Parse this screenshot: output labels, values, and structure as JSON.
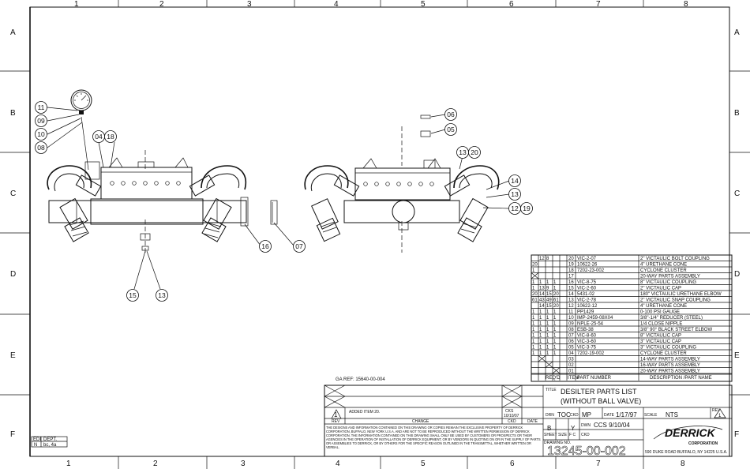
{
  "border": {
    "columns": [
      "1",
      "2",
      "3",
      "4",
      "5",
      "6",
      "7",
      "8"
    ],
    "rows": [
      "A",
      "B",
      "C",
      "D",
      "E",
      "F"
    ]
  },
  "balloons": {
    "left": [
      "11",
      "09",
      "10",
      "08",
      "04",
      "18",
      "15",
      "13",
      "16",
      "07"
    ],
    "right": [
      "06",
      "05",
      "13",
      "20",
      "14",
      "13",
      "12",
      "19"
    ]
  },
  "ga_ref": "GA REF:  15640-00-004",
  "bom": {
    "header": {
      "reqd": "REQ'D",
      "item": "ITEM",
      "part": "PART NUMBER",
      "desc": "DESCRIPTION /PART NAME"
    },
    "rows": [
      {
        "q1": "",
        "q2": "12",
        "q3": "8",
        "q4": "",
        "q5": "",
        "item": "20",
        "part": "VIC-2-07",
        "desc": "2\" VICTAULIC BOLT COUPLING"
      },
      {
        "q1": "20",
        "q2": "",
        "q3": "",
        "q4": "",
        "q5": "",
        "item": "19",
        "part": "10622-26",
        "desc": "4\" URETHANE CONE"
      },
      {
        "q1": "1",
        "q2": "",
        "q3": "",
        "q4": "",
        "q5": "",
        "item": "18",
        "part": "7202-23-002",
        "desc": "CYCLONE CLUSTER"
      },
      {
        "q1": "X",
        "q2": "",
        "q3": "",
        "q4": "",
        "q5": "",
        "item": "17",
        "part": "",
        "desc": "20-WAY PARTS ASSEMBLY"
      },
      {
        "q1": "1",
        "q2": "1",
        "q3": "1",
        "q4": "1",
        "q5": "",
        "item": "16",
        "part": "VIC-8-75",
        "desc": "8\" VICTAULIC COUPLING"
      },
      {
        "q1": "1",
        "q2": "13",
        "q3": "9",
        "q4": "1",
        "q5": "",
        "item": "15",
        "part": "VIC-2-60",
        "desc": "2\" VICTAULIC CAP"
      },
      {
        "q1": "20",
        "q2": "14",
        "q3": "15",
        "q4": "20",
        "q5": "",
        "item": "14",
        "part": "5431-02",
        "desc": "180\" VICTAULIC URETHANE ELBOW"
      },
      {
        "q1": "61",
        "q2": "43",
        "q3": "49",
        "q4": "61",
        "q5": "",
        "item": "13",
        "part": "VIC-2-78",
        "desc": "2\" VICTAULIC SNAP COUPLING"
      },
      {
        "q1": "",
        "q2": "14",
        "q3": "15",
        "q4": "20",
        "q5": "",
        "item": "12",
        "part": "10622-12",
        "desc": "4\" URETHANE CONE"
      },
      {
        "q1": "1",
        "q2": "1",
        "q3": "1",
        "q4": "1",
        "q5": "",
        "item": "11",
        "part": "PP1429",
        "desc": "0-100 PSI GAUGE"
      },
      {
        "q1": "1",
        "q2": "1",
        "q3": "1",
        "q4": "1",
        "q5": "",
        "item": "10",
        "part": "IMP-2459-08X04",
        "desc": "3/8\"-1/4\" REDUCER (STEEL)"
      },
      {
        "q1": "1",
        "q2": "1",
        "q3": "1",
        "q4": "1",
        "q5": "",
        "item": "09",
        "part": "NPLE-25-54",
        "desc": "1/4 CLOSE NIPPLE"
      },
      {
        "q1": "1",
        "q2": "1",
        "q3": "1",
        "q4": "1",
        "q5": "",
        "item": "08",
        "part": "ESB-38",
        "desc": "3/8\" 90° BLACK STREET ELBOW"
      },
      {
        "q1": "1",
        "q2": "1",
        "q3": "1",
        "q4": "1",
        "q5": "",
        "item": "07",
        "part": "VIC-8-60",
        "desc": "8\" VICTAULIC CAP"
      },
      {
        "q1": "1",
        "q2": "1",
        "q3": "1",
        "q4": "1",
        "q5": "",
        "item": "06",
        "part": "VIC-3-60",
        "desc": "3\" VICTAULIC CAP"
      },
      {
        "q1": "1",
        "q2": "1",
        "q3": "1",
        "q4": "1",
        "q5": "",
        "item": "05",
        "part": "VIC-3-75",
        "desc": "3\" VICTAULIC COUPLING"
      },
      {
        "q1": "1",
        "q2": "1",
        "q3": "1",
        "q4": "1",
        "q5": "",
        "item": "04",
        "part": "7202-19-002",
        "desc": "CYCLONE CLUSTER"
      },
      {
        "q1": "",
        "q2": "X",
        "q3": "",
        "q4": "",
        "q5": "",
        "item": "03",
        "part": "",
        "desc": "14-WAY PARTS ASSEMBLY"
      },
      {
        "q1": "",
        "q2": "",
        "q3": "X",
        "q4": "",
        "q5": "",
        "item": "02",
        "part": "",
        "desc": "16-WAY PARTS ASSEMBLY"
      },
      {
        "q1": "",
        "q2": "",
        "q3": "",
        "q4": "X",
        "q5": "",
        "item": "01",
        "part": "",
        "desc": "20-WAY PARTS ASSEMBLY"
      }
    ]
  },
  "title_block": {
    "title_label": "TITLE",
    "title_line1": "DESILTER PARTS LIST",
    "title_line2": "(WITHOUT BALL VALVE)",
    "rev_letter": "1",
    "rev_change": "ADDED ITEM 20.",
    "rev_ckd": "CKS",
    "rev_date": "10/10/07",
    "rev_label": "REV",
    "change_label": "CHANGE",
    "ckd_label": "CKD",
    "date_label": "DATE",
    "drn_label": "DRN",
    "drn_val": "TOC",
    "ckd2_label": "CKD",
    "ckd_val": "MP",
    "date2_label": "DATE",
    "date_val": "1/17/97",
    "scale_label": "SCALE",
    "scale_val": "NTS",
    "rev_box_label": "REV",
    "rev_box_val": "1",
    "appr_label": "DWN",
    "appr_val": "CCS 9/10/04",
    "sheet_size_label": "SHEET SIZE",
    "sheet_size_val": "B",
    "fc_label": "F C",
    "fc_val": "Y",
    "ckd3_label": "CKD",
    "drawing_no_label": "DRAWING NO.",
    "drawing_no": "13245-00-002",
    "company": "DERRICK",
    "corporation": "CORPORATION",
    "address": "590 DUKE ROAD BUFFALO, NY 14225 U.S.A.",
    "notice": "THE DESIGNS AND INFORMATION CONTAINED ON THIS DRAWING OR COPIES REMAIN THE EXCLUSIVE PROPERTY OF DERRICK CORPORATION, BUFFALO, NEW YORK U.S.A. AND ARE NOT TO BE REPRODUCED WITHOUT THE WRITTEN PERMISSION OF DERRICK CORPORATION. THE INFORMATION CONTAINED ON THIS DRAWING SHALL ONLY BE USED BY CUSTOMERS OR PROSPECTS OR THEIR AGENCIES IN THE OPERATION OF INSTALLATION OF DERRICK EQUIPMENT, OR BY VENDORS IN QUOTING ON OR IN THE SUPPLY OF PARTS OR ASSEMBLIES TO DERRICK, OR BY OTHERS FOR THE SPECIFIC REASON OUTLINED IN THE TRANSMITTAL, WHETHER WRITTEN OR VERBAL."
  },
  "edi_box": {
    "label": "EDI",
    "dept_label": "DEPT.",
    "n_label": "N",
    "dept_val": "bc, 4a"
  }
}
